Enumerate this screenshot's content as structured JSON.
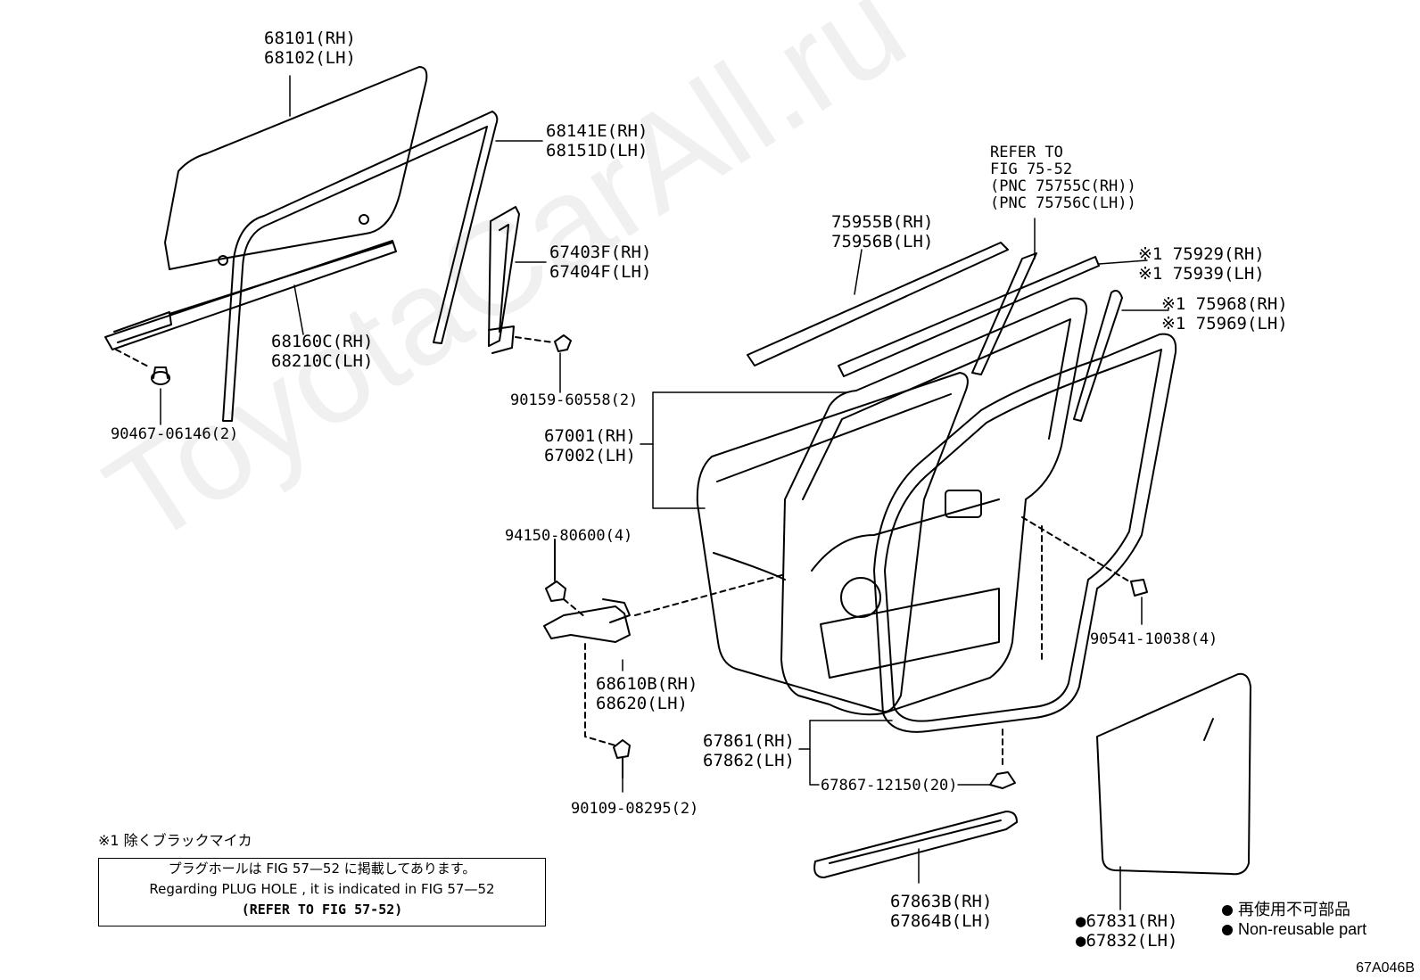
{
  "watermark": "ToyotaCarAll.ru",
  "parts": {
    "glass": [
      "68101(RH)",
      "68102(LH)"
    ],
    "glass_run": [
      "68141E(RH)",
      "68151D(LH)"
    ],
    "division_bar": [
      "67403F(RH)",
      "67404F(LH)"
    ],
    "belt_weatherstrip": [
      "68160C(RH)",
      "68210C(LH)"
    ],
    "clip_90467": "90467-06146(2)",
    "screw_90159": "90159-60558(2)",
    "door_panel": [
      "67001(RH)",
      "67002(LH)"
    ],
    "nut_94150": "94150-80600(4)",
    "door_check": [
      "68610B(RH)",
      "68620(LH)"
    ],
    "bolt_90109": "90109-08295(2)",
    "moulding_upper": [
      "75955B(RH)",
      "75956B(LH)"
    ],
    "refer": [
      "REFER TO",
      "FIG 75-52",
      "(PNC 75755C(RH))",
      "(PNC 75756C(LH))"
    ],
    "moulding_75929": [
      "※1 75929(RH)",
      "※1 75939(LH)"
    ],
    "moulding_75968": [
      "※1 75968(RH)",
      "※1 75969(LH)"
    ],
    "clip_90541": "90541-10038(4)",
    "weatherstrip": [
      "67861(RH)",
      "67862(LH)"
    ],
    "clip_67867": "67867-12150(20)",
    "lower_weatherstrip": [
      "67863B(RH)",
      "67864B(LH)"
    ],
    "service_hole_cover": [
      "●67831(RH)",
      "●67832(LH)"
    ]
  },
  "notes": {
    "footnote": "※1 除くブラックマイカ",
    "box_line1": "プラグホールは FIG 57—52 に掲載してあります。",
    "box_line2": "Regarding  PLUG  HOLE , it is indicated in  FIG  57—52",
    "box_line3": "(REFER TO FIG 57-52)"
  },
  "legend": {
    "jp": "再使用不可部品",
    "en": "Non-reusable part"
  },
  "figure_code": "67A046B"
}
